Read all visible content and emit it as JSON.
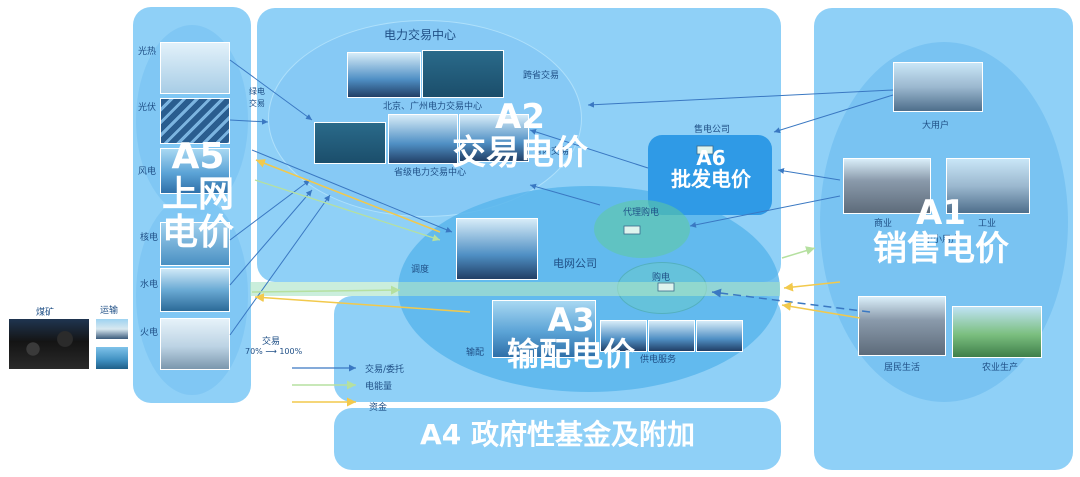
{
  "colors": {
    "panel": "#8fd0f7",
    "ellipse": "#7ec5f3",
    "arrow_blue": "#3a78c2",
    "arrow_yellow": "#f2c94c",
    "arrow_green": "#b5e0a0",
    "label": "#1f4f86"
  },
  "left": {
    "coal_mine": "煤矿",
    "transport": "运输",
    "trade_label": "交易",
    "trade_ratio": "70% ⟶ 100%"
  },
  "a5": {
    "title_code": "A5",
    "title_line1": "上网",
    "title_line2": "电价",
    "sources": {
      "solar_thermal": "光热",
      "photovoltaic": "光伏",
      "wind": "风电",
      "nuclear": "核电",
      "hydro": "水电",
      "thermal": "火电"
    },
    "cross_trade": "绿电\n交易"
  },
  "a2": {
    "center_title": "电力交易中心",
    "national_center": "北京、广州电力交易中心",
    "cross_province": "跨省交易",
    "in_province": "省内交易",
    "provincial_center": "省级电力交易中心",
    "title_code": "A2",
    "title_text": "交易电价"
  },
  "a6": {
    "company": "售电公司",
    "title_code": "A6",
    "title_text": "批发电价"
  },
  "grid": {
    "company": "电网公司",
    "agent": "代理购电",
    "dispatch": "调度",
    "purchase": "购电",
    "distribution": "输配",
    "service": "供电服务"
  },
  "a3": {
    "title_code": "A3",
    "title_text": "输配电价"
  },
  "legend": {
    "trade_commission": "交易/委托",
    "energy": "电能量",
    "funds": "资金"
  },
  "a4": {
    "title": "A4 政府性基金及附加"
  },
  "a1": {
    "large_users": "大用户",
    "commercial": "商业",
    "industrial": "工业",
    "small_medium": "中小用户",
    "title_code": "A1",
    "title_text": "销售电价",
    "residential": "居民生活",
    "agricultural": "农业生产"
  }
}
